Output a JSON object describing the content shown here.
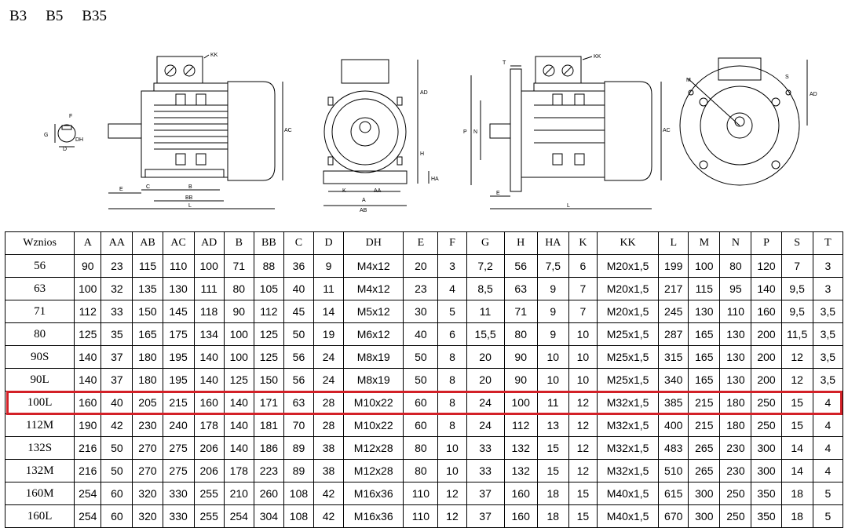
{
  "mounting_types": [
    "B3",
    "B5",
    "B35"
  ],
  "drawing_labels": {
    "kk": "KK",
    "a": "A",
    "aa": "AA",
    "ab": "AB",
    "ac": "AC",
    "ad": "AD",
    "b": "B",
    "bb": "BB",
    "c": "C",
    "d": "D",
    "e": "E",
    "f": "F",
    "g": "G",
    "h": "H",
    "ha": "HA",
    "k": "K",
    "l": "L",
    "m": "M",
    "n": "N",
    "p": "P",
    "s": "S",
    "t": "T",
    "dh": "DH"
  },
  "table": {
    "headers": [
      "Wznios",
      "A",
      "AA",
      "AB",
      "AC",
      "AD",
      "B",
      "BB",
      "C",
      "D",
      "DH",
      "E",
      "F",
      "G",
      "H",
      "HA",
      "K",
      "KK",
      "L",
      "M",
      "N",
      "P",
      "S",
      "T"
    ],
    "rows": [
      [
        "56",
        "90",
        "23",
        "115",
        "110",
        "100",
        "71",
        "88",
        "36",
        "9",
        "M4x12",
        "20",
        "3",
        "7,2",
        "56",
        "7,5",
        "6",
        "M20x1,5",
        "199",
        "100",
        "80",
        "120",
        "7",
        "3"
      ],
      [
        "63",
        "100",
        "32",
        "135",
        "130",
        "111",
        "80",
        "105",
        "40",
        "11",
        "M4x12",
        "23",
        "4",
        "8,5",
        "63",
        "9",
        "7",
        "M20x1,5",
        "217",
        "115",
        "95",
        "140",
        "9,5",
        "3"
      ],
      [
        "71",
        "112",
        "33",
        "150",
        "145",
        "118",
        "90",
        "112",
        "45",
        "14",
        "M5x12",
        "30",
        "5",
        "11",
        "71",
        "9",
        "7",
        "M20x1,5",
        "245",
        "130",
        "110",
        "160",
        "9,5",
        "3,5"
      ],
      [
        "80",
        "125",
        "35",
        "165",
        "175",
        "134",
        "100",
        "125",
        "50",
        "19",
        "M6x12",
        "40",
        "6",
        "15,5",
        "80",
        "9",
        "10",
        "M25x1,5",
        "287",
        "165",
        "130",
        "200",
        "11,5",
        "3,5"
      ],
      [
        "90S",
        "140",
        "37",
        "180",
        "195",
        "140",
        "100",
        "125",
        "56",
        "24",
        "M8x19",
        "50",
        "8",
        "20",
        "90",
        "10",
        "10",
        "M25x1,5",
        "315",
        "165",
        "130",
        "200",
        "12",
        "3,5"
      ],
      [
        "90L",
        "140",
        "37",
        "180",
        "195",
        "140",
        "125",
        "150",
        "56",
        "24",
        "M8x19",
        "50",
        "8",
        "20",
        "90",
        "10",
        "10",
        "M25x1,5",
        "340",
        "165",
        "130",
        "200",
        "12",
        "3,5"
      ],
      [
        "100L",
        "160",
        "40",
        "205",
        "215",
        "160",
        "140",
        "171",
        "63",
        "28",
        "M10x22",
        "60",
        "8",
        "24",
        "100",
        "11",
        "12",
        "M32x1,5",
        "385",
        "215",
        "180",
        "250",
        "15",
        "4"
      ],
      [
        "112M",
        "190",
        "42",
        "230",
        "240",
        "178",
        "140",
        "181",
        "70",
        "28",
        "M10x22",
        "60",
        "8",
        "24",
        "112",
        "13",
        "12",
        "M32x1,5",
        "400",
        "215",
        "180",
        "250",
        "15",
        "4"
      ],
      [
        "132S",
        "216",
        "50",
        "270",
        "275",
        "206",
        "140",
        "186",
        "89",
        "38",
        "M12x28",
        "80",
        "10",
        "33",
        "132",
        "15",
        "12",
        "M32x1,5",
        "483",
        "265",
        "230",
        "300",
        "14",
        "4"
      ],
      [
        "132M",
        "216",
        "50",
        "270",
        "275",
        "206",
        "178",
        "223",
        "89",
        "38",
        "M12x28",
        "80",
        "10",
        "33",
        "132",
        "15",
        "12",
        "M32x1,5",
        "510",
        "265",
        "230",
        "300",
        "14",
        "4"
      ],
      [
        "160M",
        "254",
        "60",
        "320",
        "330",
        "255",
        "210",
        "260",
        "108",
        "42",
        "M16x36",
        "110",
        "12",
        "37",
        "160",
        "18",
        "15",
        "M40x1,5",
        "615",
        "300",
        "250",
        "350",
        "18",
        "5"
      ],
      [
        "160L",
        "254",
        "60",
        "320",
        "330",
        "255",
        "254",
        "304",
        "108",
        "42",
        "M16x36",
        "110",
        "12",
        "37",
        "160",
        "18",
        "15",
        "M40x1,5",
        "670",
        "300",
        "250",
        "350",
        "18",
        "5"
      ]
    ],
    "highlighted_row": "100L",
    "highlight_color": "#d32027"
  }
}
